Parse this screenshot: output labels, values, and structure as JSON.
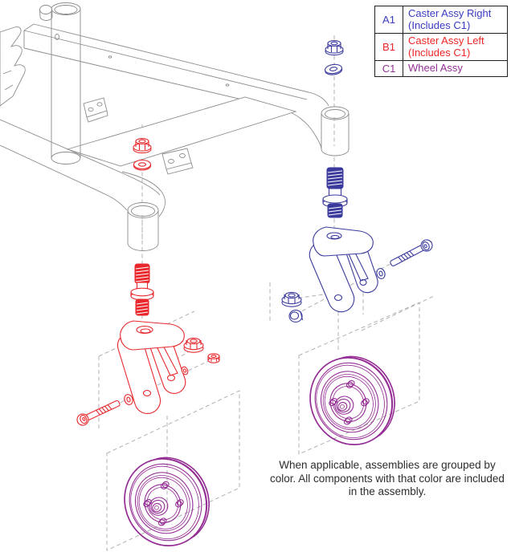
{
  "legend": {
    "rows": [
      {
        "code": "A1",
        "label": "Caster Assy Right (Includes C1)",
        "color": "#3a3ac2"
      },
      {
        "code": "B1",
        "label": "Caster Assy Left (Includes C1)",
        "color": "#ee2626"
      },
      {
        "code": "C1",
        "label": "Wheel Assy",
        "color": "#953095"
      }
    ]
  },
  "note": {
    "text": "When applicable, assemblies are grouped by color. All components with that color are included in the assembly."
  },
  "diagram": {
    "frame_name": "frame-weldment",
    "assemblies": [
      {
        "code": "A1",
        "name": "Caster Assy Right (Includes C1)",
        "color": "#3b3b9e",
        "side": "right",
        "parts": [
          "flange-nut",
          "flat-washer",
          "threaded-stem",
          "caster-fork",
          "hex-nut",
          "bolt-cap",
          "axle-washer",
          "axle-bolt"
        ]
      },
      {
        "code": "B1",
        "name": "Caster Assy Left (Includes C1)",
        "color": "#e8282d",
        "side": "left",
        "parts": [
          "flange-nut",
          "flat-washer",
          "threaded-stem",
          "caster-fork",
          "flange-nut",
          "hex-nut",
          "axle-washer",
          "axle-bolt"
        ]
      },
      {
        "code": "C1",
        "name": "Wheel Assy",
        "color": "#942d94",
        "count": 2
      }
    ]
  },
  "colors": {
    "red": "#e8282d",
    "blue": "#3b3b9e",
    "purple": "#942d94",
    "frame": "#8c8c8c",
    "dash": "#b0b0b0"
  }
}
